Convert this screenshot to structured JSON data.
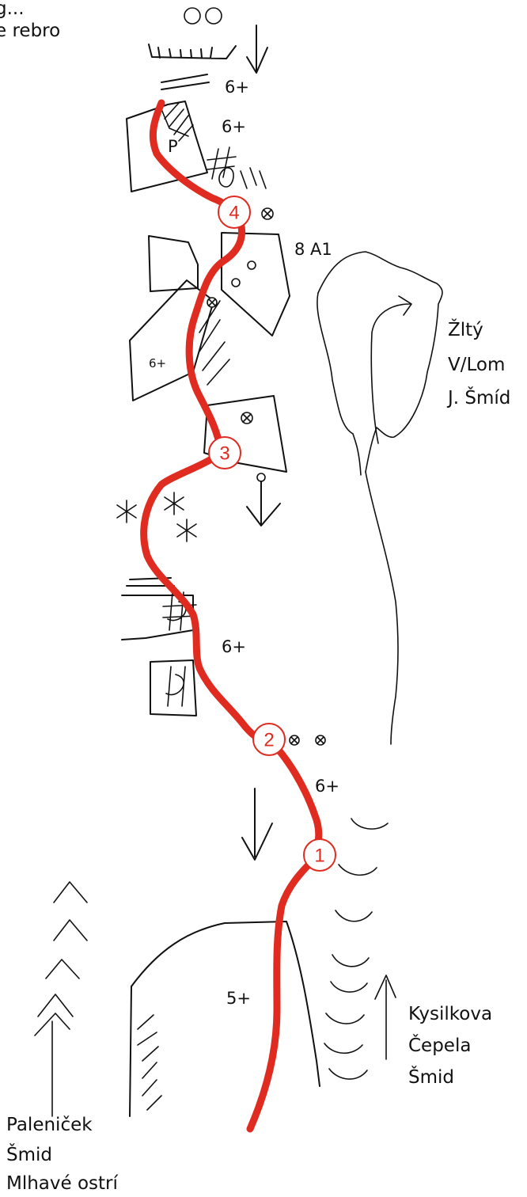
{
  "colors": {
    "route": "#e02b20",
    "ink": "#111111"
  },
  "header": {
    "line1": "g...",
    "line2": "e rebro"
  },
  "belays": [
    "1",
    "2",
    "3",
    "4"
  ],
  "grades": {
    "top_1": "6+",
    "top_2": "6+",
    "pitch_8a1": "8 A1",
    "slab_left": "6+",
    "middle": "6+",
    "upper_right": "6+",
    "bottom": "5+",
    "roof_p": "P"
  },
  "routes": {
    "zlty": [
      "Žltý",
      "V/Lom",
      "J. Šmíd"
    ],
    "kysilkova": [
      "Kysilkova",
      "Čepela",
      "Šmid"
    ],
    "palenicek": [
      "Paleniček",
      "Šmid",
      "Mlhavé ostrí"
    ]
  }
}
